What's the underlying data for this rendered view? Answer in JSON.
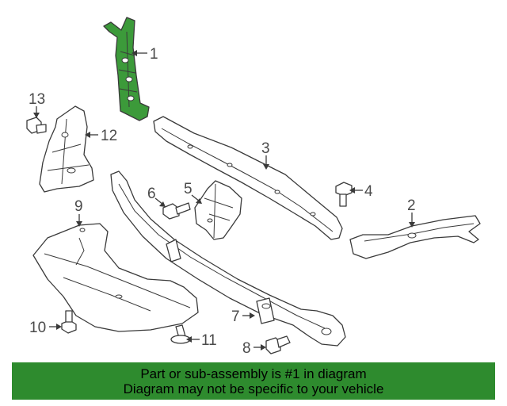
{
  "callouts": {
    "c1": "1",
    "c2": "2",
    "c3": "3",
    "c4": "4",
    "c5": "5",
    "c6": "6",
    "c7": "7",
    "c8": "8",
    "c9": "9",
    "c10": "10",
    "c11": "11",
    "c12": "12",
    "c13": "13"
  },
  "colors": {
    "highlight_part": "#3c9a3a",
    "banner_background": "#2e8b2e",
    "line": "#3a3a3a"
  },
  "banner": {
    "line1": "Part or sub-assembly is #1 in diagram",
    "line2": "Diagram may not be specific to your vehicle"
  }
}
